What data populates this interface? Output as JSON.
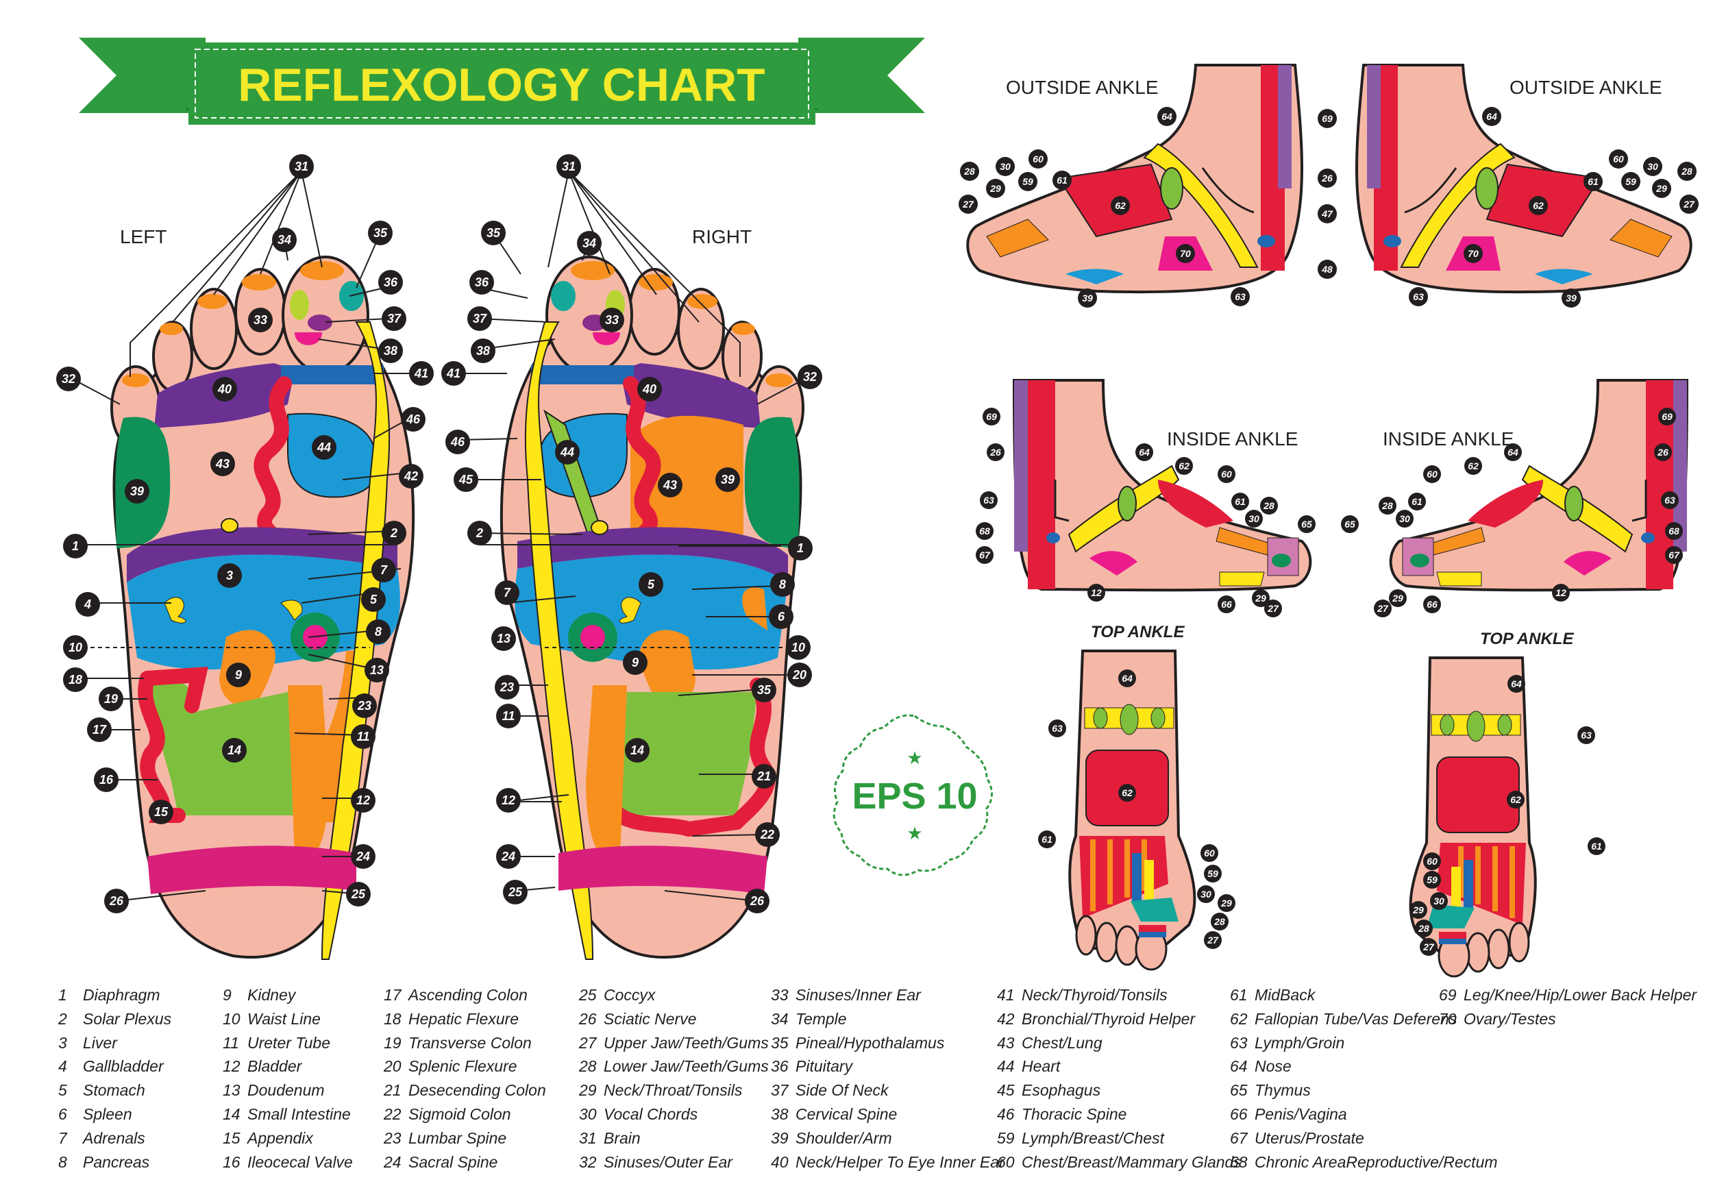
{
  "title": "REFLEXOLOGY CHART",
  "badge": "EPS 10",
  "labels": {
    "left": "LEFT",
    "right": "RIGHT",
    "outside_ankle": "OUTSIDE ANKLE",
    "inside_ankle": "INSIDE ANKLE",
    "top_ankle": "TOP ANKLE"
  },
  "colors": {
    "ribbon": "#2e9b3e",
    "title_text": "#f2ea2a",
    "skin": "#f6b8a6",
    "outline": "#231f20",
    "badge": "#2e9b3e"
  },
  "legend": [
    [
      [
        "1",
        "Diaphragm"
      ],
      [
        "2",
        "Solar Plexus"
      ],
      [
        "3",
        "Liver"
      ],
      [
        "4",
        "Gallbladder"
      ],
      [
        "5",
        "Stomach"
      ],
      [
        "6",
        "Spleen"
      ],
      [
        "7",
        "Adrenals"
      ],
      [
        "8",
        "Pancreas"
      ]
    ],
    [
      [
        "9",
        "Kidney"
      ],
      [
        "10",
        "Waist Line"
      ],
      [
        "11",
        "Ureter Tube"
      ],
      [
        "12",
        "Bladder"
      ],
      [
        "13",
        "Doudenum"
      ],
      [
        "14",
        "Small Intestine"
      ],
      [
        "15",
        "Appendix"
      ],
      [
        "16",
        "Ileocecal Valve"
      ]
    ],
    [
      [
        "17",
        "Ascending Colon"
      ],
      [
        "18",
        "Hepatic Flexure"
      ],
      [
        "19",
        "Transverse Colon"
      ],
      [
        "20",
        "Splenic Flexure"
      ],
      [
        "21",
        "Desecending Colon"
      ],
      [
        "22",
        "Sigmoid Colon"
      ],
      [
        "23",
        "Lumbar Spine"
      ],
      [
        "24",
        "Sacral Spine"
      ]
    ],
    [
      [
        "25",
        "Coccyx"
      ],
      [
        "26",
        "Sciatic Nerve"
      ],
      [
        "27",
        "Upper Jaw/Teeth/Gums"
      ],
      [
        "28",
        "Lower Jaw/Teeth/Gums"
      ],
      [
        "29",
        "Neck/Throat/Tonsils"
      ],
      [
        "30",
        "Vocal Chords"
      ],
      [
        "31",
        "Brain"
      ],
      [
        "32",
        "Sinuses/Outer Ear"
      ]
    ],
    [
      [
        "33",
        "Sinuses/Inner Ear"
      ],
      [
        "34",
        "Temple"
      ],
      [
        "35",
        "Pineal/Hypothalamus"
      ],
      [
        "36",
        "Pituitary"
      ],
      [
        "37",
        "Side Of Neck"
      ],
      [
        "38",
        "Cervical Spine"
      ],
      [
        "39",
        "Shoulder/Arm"
      ],
      [
        "40",
        "Neck/Helper To Eye  Inner Ear"
      ]
    ],
    [
      [
        "41",
        "Neck/Thyroid/Tonsils"
      ],
      [
        "42",
        "Bronchial/Thyroid Helper"
      ],
      [
        "43",
        "Chest/Lung"
      ],
      [
        "44",
        "Heart"
      ],
      [
        "45",
        "Esophagus"
      ],
      [
        "46",
        "Thoracic Spine"
      ],
      [
        "59",
        "Lymph/Breast/Chest"
      ],
      [
        "60",
        "Chest/Breast/Mammary Glands"
      ]
    ],
    [
      [
        "61",
        "MidBack"
      ],
      [
        "62",
        "Fallopian Tube/Vas Deferens"
      ],
      [
        "63",
        "Lymph/Groin"
      ],
      [
        "64",
        "Nose"
      ],
      [
        "65",
        "Thymus"
      ],
      [
        "66",
        "Penis/Vagina"
      ],
      [
        "67",
        "Uterus/Prostate"
      ],
      [
        "68",
        "Chronic AreaReproductive/Rectum"
      ]
    ],
    [
      [
        "69",
        "Leg/Knee/Hip/Lower Back Helper"
      ],
      [
        "70",
        "Ovary/Testes"
      ]
    ]
  ],
  "markers": {
    "left_foot": [
      "31",
      "34",
      "35",
      "36",
      "37",
      "38",
      "41",
      "46",
      "42",
      "2",
      "7",
      "5",
      "8",
      "13",
      "23",
      "11",
      "12",
      "24",
      "25",
      "26",
      "32",
      "39",
      "1",
      "4",
      "10",
      "18",
      "19",
      "17",
      "16",
      "15",
      "9",
      "14",
      "40",
      "43",
      "44",
      "3",
      "33"
    ],
    "right_foot": [
      "31",
      "35",
      "34",
      "36",
      "37",
      "38",
      "41",
      "46",
      "45",
      "2",
      "7",
      "13",
      "23",
      "11",
      "12",
      "24",
      "25",
      "26",
      "32",
      "39",
      "1",
      "8",
      "6",
      "10",
      "20",
      "35",
      "21",
      "22",
      "5",
      "9",
      "14",
      "40",
      "43",
      "44",
      "33"
    ],
    "outside_ankle": [
      "64",
      "69",
      "26",
      "47",
      "48",
      "63",
      "39",
      "70",
      "62",
      "61",
      "60",
      "59",
      "30",
      "29",
      "28",
      "27"
    ],
    "inside_ankle": [
      "69",
      "26",
      "63",
      "68",
      "67",
      "64",
      "62",
      "60",
      "61",
      "30",
      "28",
      "65",
      "29",
      "27",
      "66",
      "12"
    ],
    "top_ankle": [
      "64",
      "63",
      "62",
      "61",
      "60",
      "59",
      "30",
      "29",
      "28",
      "27"
    ]
  }
}
